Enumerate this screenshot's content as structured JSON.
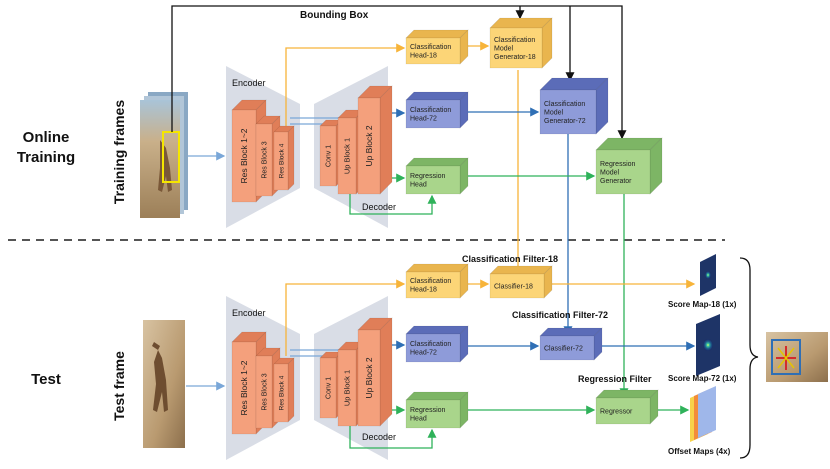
{
  "sections": {
    "online": {
      "title_line1": "Online",
      "title_line2": "Training",
      "side_label": "Training  frames"
    },
    "test": {
      "title": "Test",
      "side_label": "Test  frame"
    }
  },
  "labels": {
    "bounding_box": "Bounding Box",
    "encoder": "Encoder",
    "decoder": "Decoder",
    "classification_filter_18": "Classification  Filter-18",
    "classification_filter_72": "Classification  Filter-72",
    "regression_filter": "Regression  Filter"
  },
  "blocks": {
    "res12": "Res Block 1~2",
    "res3": "Res Block 3",
    "res4": "Res Block 4",
    "conv1": "Conv 1",
    "up1": "Up Block 1",
    "up2": "Up Block 2"
  },
  "heads": {
    "cls18": [
      "Classification",
      "Head-18"
    ],
    "cls72": [
      "Classification",
      "Head-72"
    ],
    "reg": [
      "Regression",
      "Head"
    ]
  },
  "generators": {
    "cls18": [
      "Classification",
      "Model",
      "Generator-18"
    ],
    "cls72": [
      "Classification",
      "Model",
      "Generator-72"
    ],
    "reg": [
      "Regression",
      "Model",
      "Generator"
    ]
  },
  "test_modules": {
    "classifier18": "Classifier-18",
    "classifier72": "Classifier-72",
    "regressor": "Regressor"
  },
  "outputs": {
    "score18": "Score Map-18 (1x)",
    "score72": "Score Map-72 (1x)",
    "offset": "Offset Maps (4x)"
  },
  "colors": {
    "orange_front": "#f4a07c",
    "orange_side": "#e07e58",
    "yellow_front": "#fcd577",
    "yellow_side": "#e9b54e",
    "blue_front": "#8e9bd9",
    "blue_side": "#5b6cb8",
    "green_front": "#a9d58b",
    "green_side": "#7db565",
    "trapezoid": "#d9dde6",
    "line_orange": "#f7b43a",
    "line_blue": "#2f6fb5",
    "line_green": "#2fb25a",
    "line_black": "#111111",
    "dash": "#555555"
  }
}
